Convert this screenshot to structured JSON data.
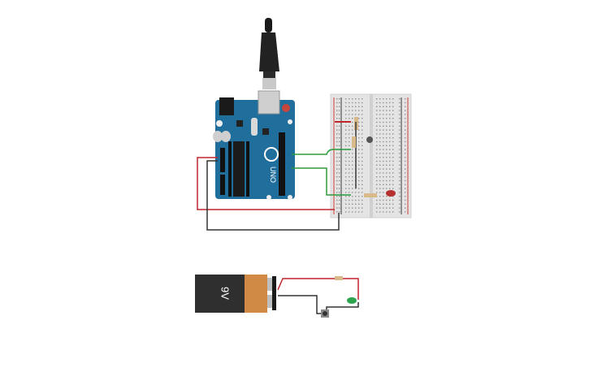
{
  "arduino": {
    "model_text": "UNO",
    "board_color": "#1f6e9c",
    "header_pins": 14
  },
  "battery": {
    "label": "9V",
    "body_color": "#2f2f2f",
    "terminal_color": "#d18a45"
  },
  "breadboard": {
    "rows": 30,
    "rail_positive_color": "#d23a3a",
    "rail_negative_color": "#3a3a3a"
  },
  "components": {
    "led_red_color": "#b63030",
    "led_green_color": "#2ea44f",
    "wire_red_color": "#c0272d",
    "wire_black_color": "#333333",
    "wire_green_color": "#2e9b3a",
    "resistor_color": "#d8b98a"
  }
}
